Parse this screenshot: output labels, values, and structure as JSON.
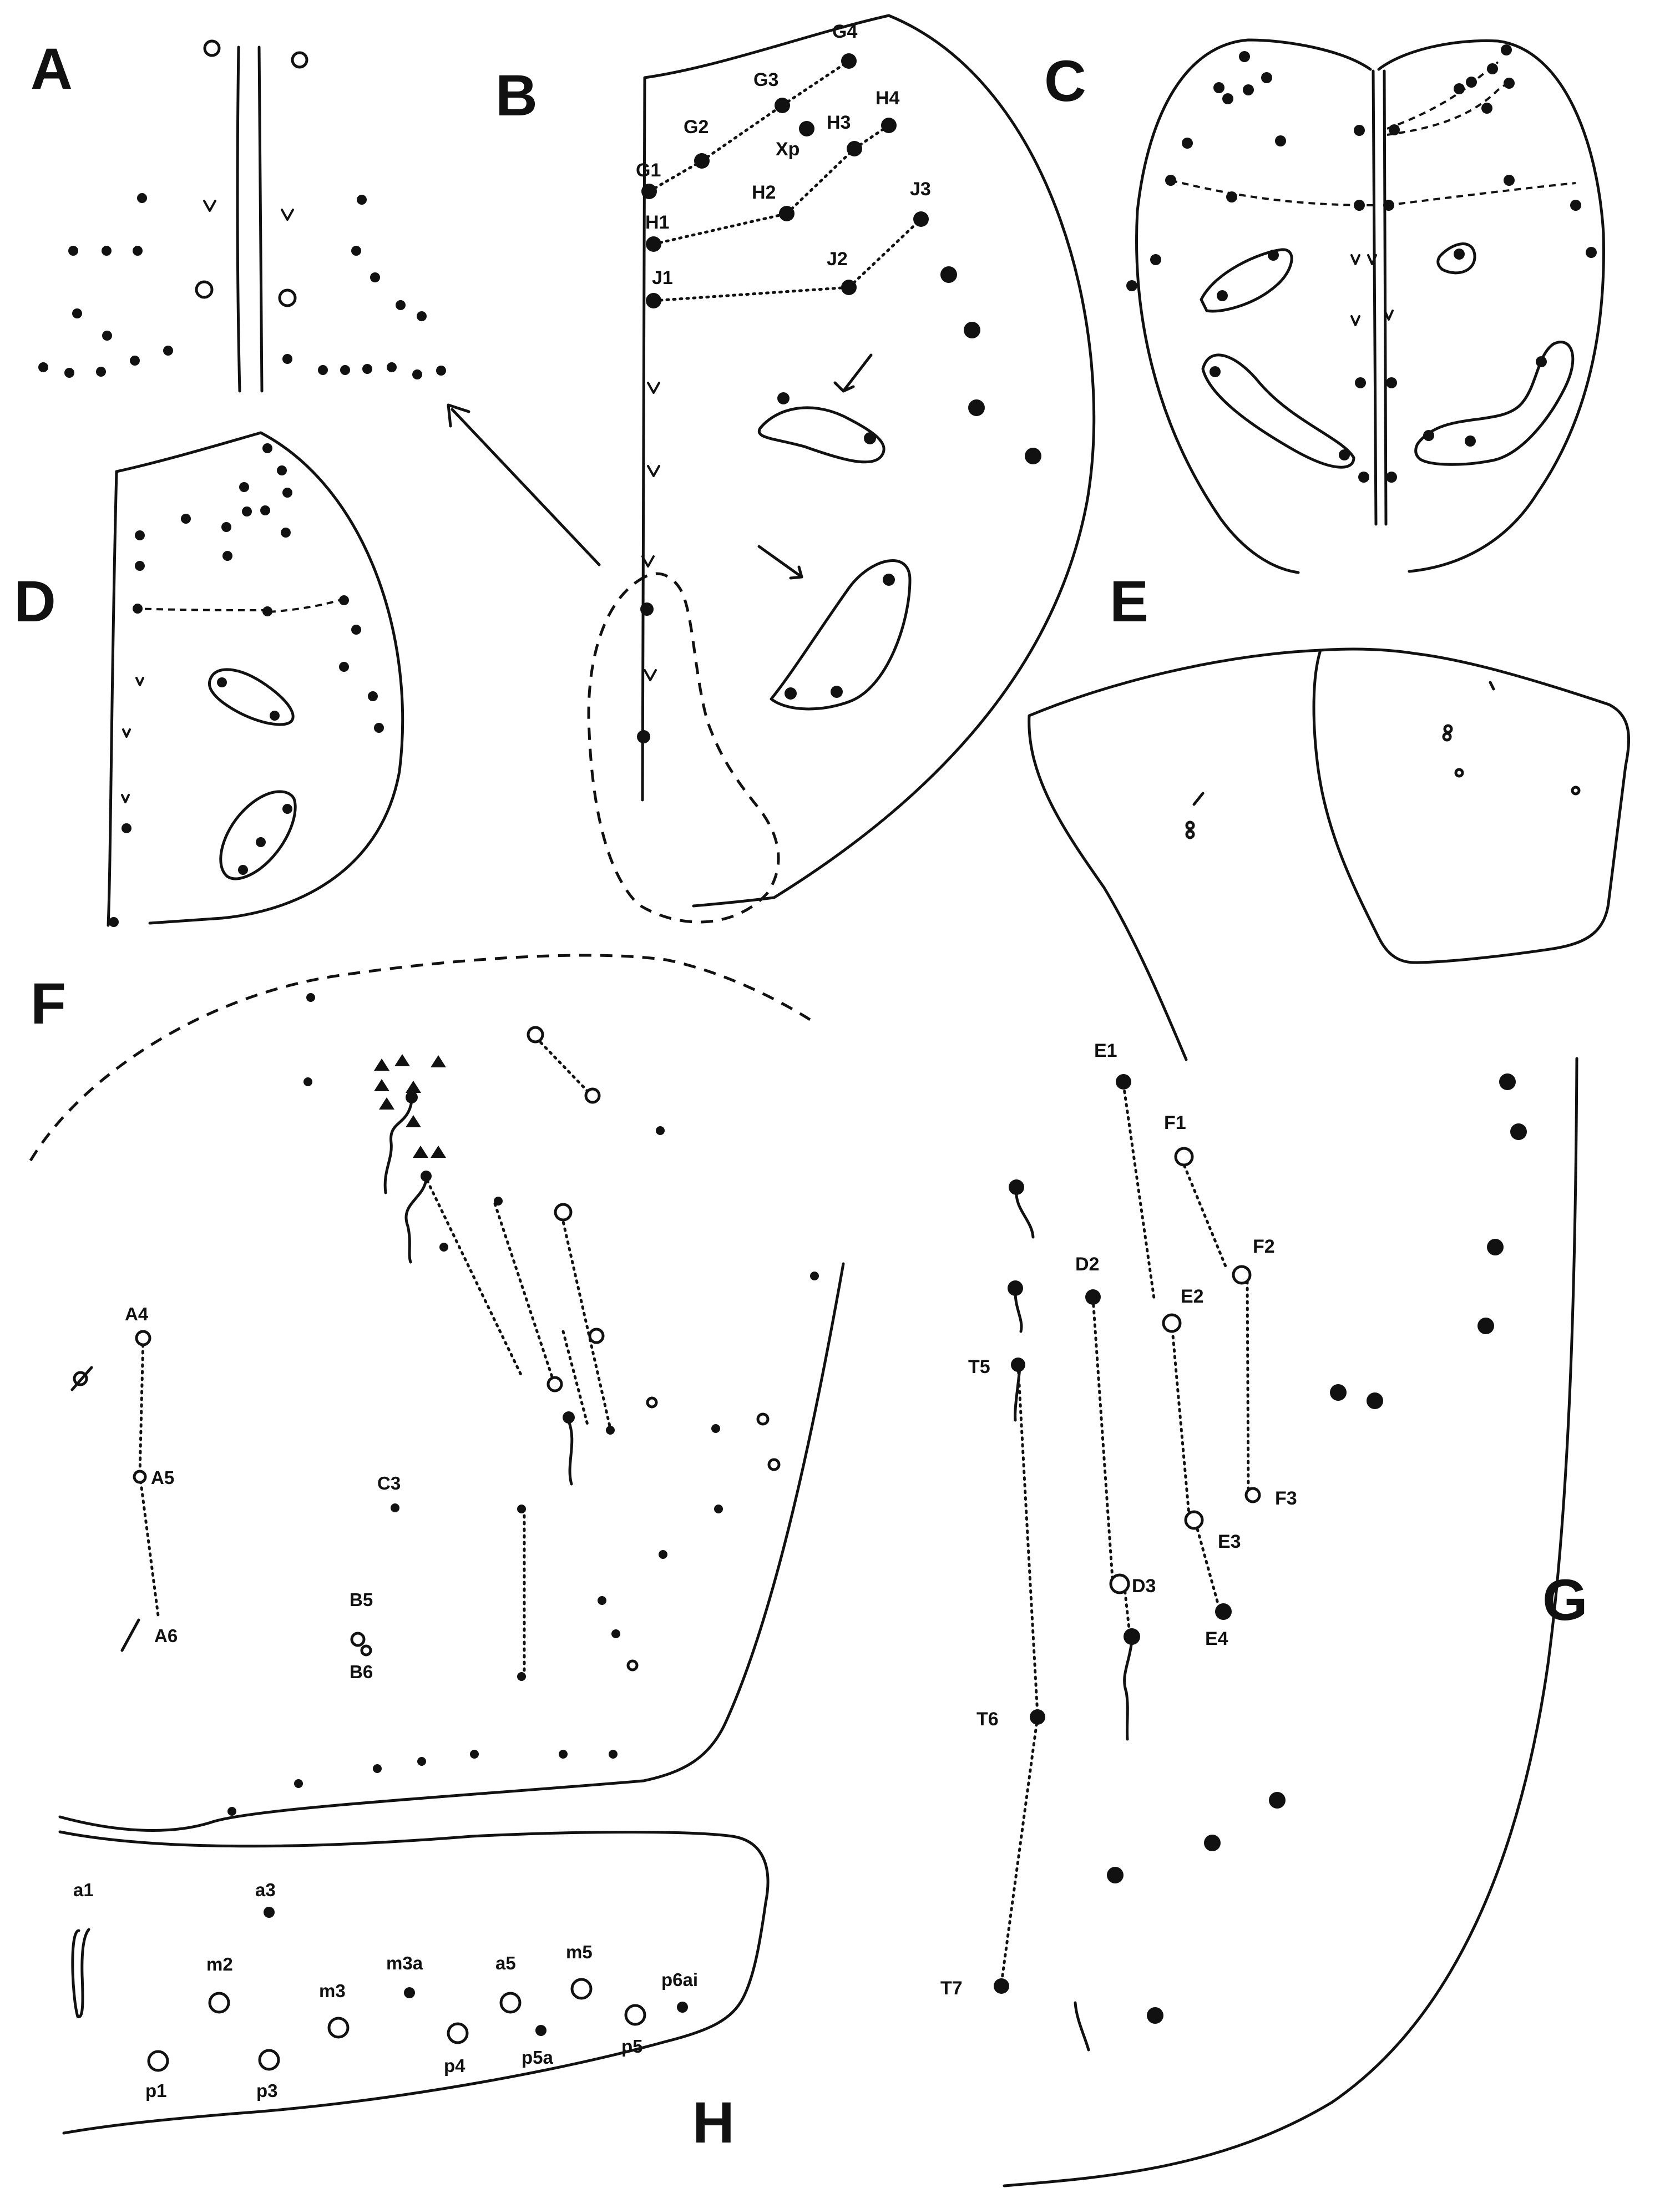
{
  "panels": [
    "A",
    "B",
    "C",
    "D",
    "E",
    "F",
    "G",
    "H"
  ],
  "labels_B": [
    "G1",
    "G2",
    "G3",
    "G4",
    "Xp",
    "H1",
    "H2",
    "H3",
    "H4",
    "J1",
    "J2",
    "J3"
  ],
  "labels_F": [
    "A4",
    "A5",
    "A6",
    "C3",
    "B5",
    "B6"
  ],
  "labels_G": [
    "E1",
    "F1",
    "F2",
    "E2",
    "D2",
    "T5",
    "F3",
    "E3",
    "D3",
    "E4",
    "T6",
    "T7"
  ],
  "labels_H": [
    "a1",
    "a3",
    "m2",
    "m3",
    "m3a",
    "a5",
    "m5",
    "p6ai",
    "p1",
    "p3",
    "p4",
    "p5a",
    "p5"
  ]
}
